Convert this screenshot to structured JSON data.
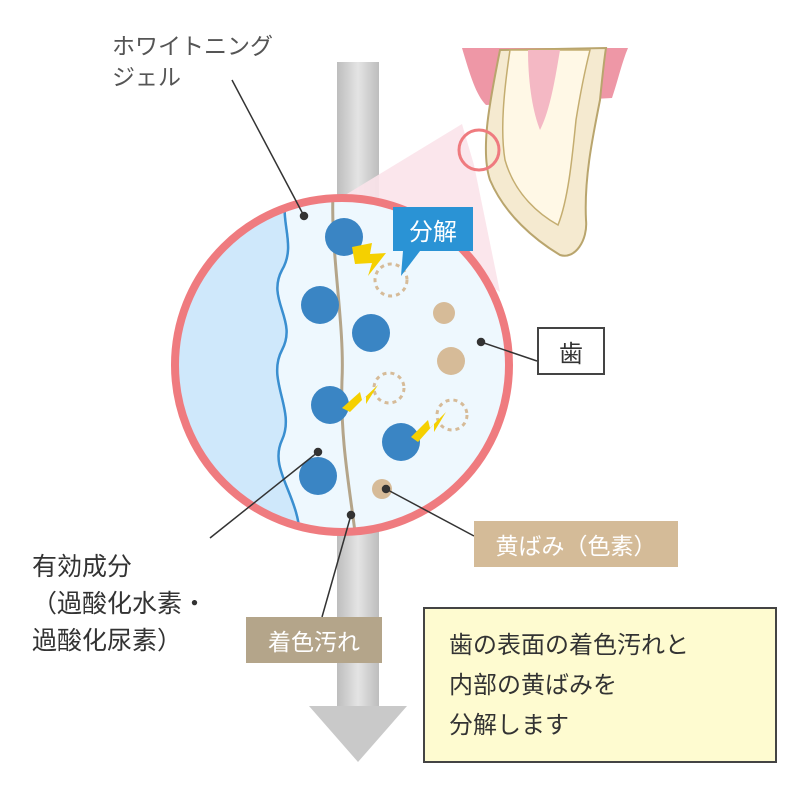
{
  "labels": {
    "gel_line1": "ホワイトニング",
    "gel_line2": "ジェル",
    "tooth": "歯",
    "breakdown": "分解",
    "yellowing": "黄ばみ（色素）",
    "stain": "着色汚れ",
    "ingredient_line1": "有効成分",
    "ingredient_line2": "（過酸化水素・",
    "ingredient_line3": "過酸化尿素）"
  },
  "note": {
    "line1": "歯の表面の着色汚れと",
    "line2": "内部の黄ばみを",
    "line3": "分解します"
  },
  "colors": {
    "circle_border": "#ef7b7f",
    "gel": "#cfe8fb",
    "enamel": "#eef8fe",
    "molecule": "#3a85c4",
    "pigment": "#d6bb98",
    "lightning": "#f5d000",
    "arrow": "#c9c9c9",
    "note_bg": "#fefbd0"
  },
  "icons": [
    "lightning-icon",
    "downward-arrow-icon",
    "tooth-icon"
  ]
}
